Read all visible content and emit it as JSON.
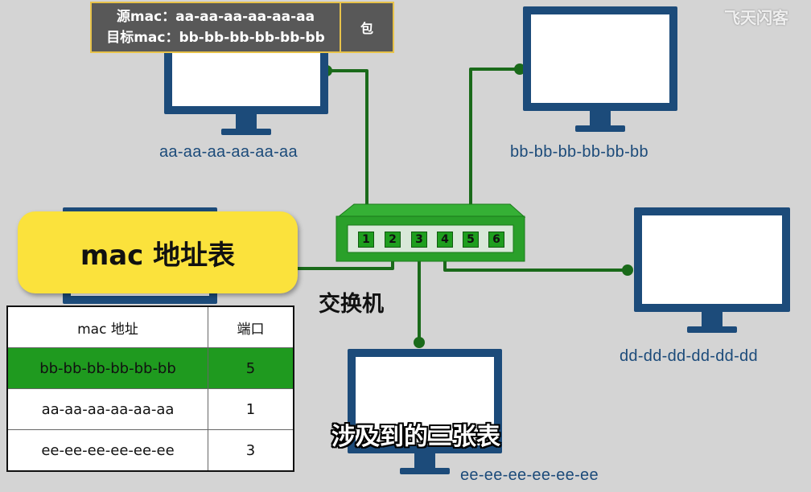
{
  "packet": {
    "src_line": "源mac：aa-aa-aa-aa-aa-aa",
    "dst_line": "目标mac：bb-bb-bb-bb-bb-bb",
    "payload": "包"
  },
  "hosts": {
    "a": "aa-aa-aa-aa-aa-aa",
    "b": "bb-bb-bb-bb-bb-bb",
    "d": "dd-dd-dd-dd-dd-dd",
    "e": "ee-ee-ee-ee-ee-ee"
  },
  "switch": {
    "label": "交换机",
    "ports": [
      "1",
      "2",
      "3",
      "4",
      "5",
      "6"
    ]
  },
  "mac_table": {
    "title": "mac 地址表",
    "headers": [
      "mac 地址",
      "端口"
    ],
    "rows": [
      {
        "mac": "bb-bb-bb-bb-bb-bb",
        "port": "5"
      },
      {
        "mac": "aa-aa-aa-aa-aa-aa",
        "port": "1"
      },
      {
        "mac": "ee-ee-ee-ee-ee-ee",
        "port": "3"
      }
    ],
    "highlight_color": "#1f9a1f"
  },
  "subtitle": "涉及到的三张表",
  "watermark": "飞天闪客",
  "colors": {
    "background": "#d4d4d4",
    "monitor": "#1c4b7a",
    "wire": "#1a6a1a",
    "switch": "#2aa02a",
    "bubble": "#fbe23c",
    "packet_bg": "#585858",
    "packet_border": "#e7c24a"
  }
}
